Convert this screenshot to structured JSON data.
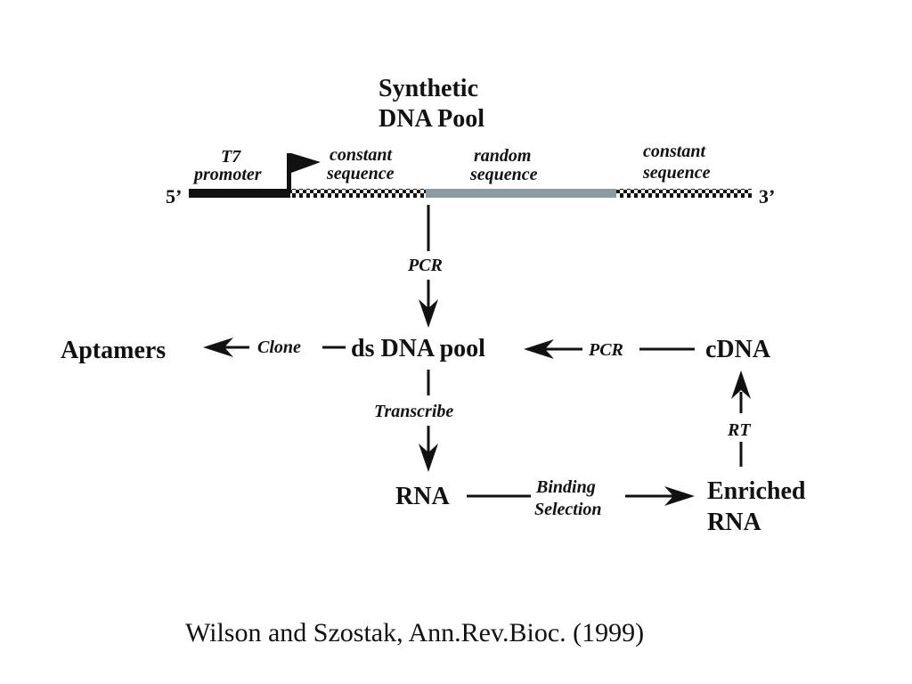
{
  "title": {
    "line1": "Synthetic",
    "line2": "DNA Pool"
  },
  "strand": {
    "five_prime": "5’",
    "three_prime": "3’",
    "t7": {
      "line1": "T7",
      "line2": "promoter"
    },
    "constant_left": {
      "line1": "constant",
      "line2": "sequence"
    },
    "random": {
      "line1": "random",
      "line2": "sequence"
    },
    "constant_right": {
      "line1": "constant",
      "line2": "sequence"
    },
    "colors": {
      "promoter": "#111111",
      "random": "#8a9ba0"
    }
  },
  "nodes": {
    "ds_dna_pool": "ds DNA pool",
    "aptamers": "Aptamers",
    "cdna": "cDNA",
    "rna": "RNA",
    "enriched": {
      "line1": "Enriched",
      "line2": "RNA"
    }
  },
  "edges": {
    "pcr_top": "PCR",
    "clone": "Clone",
    "pcr_right": "PCR",
    "transcribe": "Transcribe",
    "rt": "RT",
    "binding": {
      "line1": "Binding",
      "line2": "Selection"
    }
  },
  "citation": "Wilson and Szostak, Ann.Rev.Bioc. (1999)"
}
